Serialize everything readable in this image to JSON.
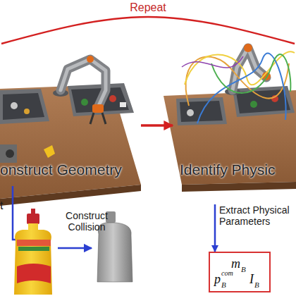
{
  "diagram": {
    "nodes": [
      {
        "text": [
          "onstruct Geometry"
        ]
      },
      {
        "text": [
          "Identify Physic"
        ]
      },
      {
        "text": [
          "m",
          "B",
          "p",
          "B",
          "com",
          "I",
          "B"
        ]
      }
    ],
    "edges": [
      {
        "from": 0,
        "to": 1,
        "arrow": "to"
      },
      {
        "from": 1,
        "to": 0,
        "label": "Repeat",
        "arrow": "none"
      },
      {
        "from": 1,
        "to": 2,
        "label": "Extract Physical Parameters",
        "arrow": "to"
      }
    ],
    "labels": [
      "Construct Collision",
      "t"
    ]
  }
}
